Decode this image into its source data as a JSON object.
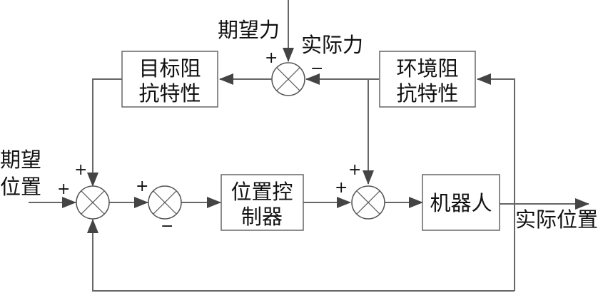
{
  "diagram": {
    "title": "",
    "blocks": {
      "target_impedance": {
        "line1": "目标阻",
        "line2": "抗特性"
      },
      "env_impedance": {
        "line1": "环境阻",
        "line2": "抗特性"
      },
      "position_controller": {
        "line1": "位置控",
        "line2": "制器"
      },
      "robot": {
        "label": "机器人"
      }
    },
    "signals": {
      "desired_force": "期望力",
      "actual_force": "实际力",
      "desired_position_line1": "期望",
      "desired_position_line2": "位置",
      "actual_position": "实际位置"
    },
    "signs": {
      "force_sum_top": "+",
      "force_sum_right": "−",
      "main_sum_top": "+",
      "main_sum_left": "+",
      "inner_sum_left": "+",
      "inner_sum_bottom": "−",
      "robot_sum_top": "+",
      "robot_sum_left": "+"
    }
  }
}
